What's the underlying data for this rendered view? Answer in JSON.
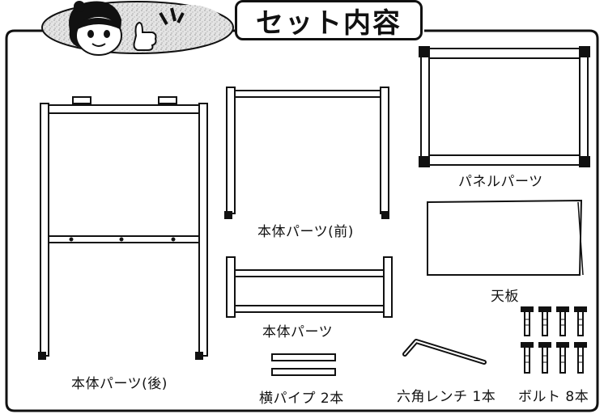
{
  "header": {
    "title": "セット内容"
  },
  "parts": {
    "body_rear": "本体パーツ(後)",
    "body_front": "本体パーツ(前)",
    "body_part": "本体パーツ",
    "panel_part": "パネルパーツ",
    "top_board": "天板",
    "horizontal_pipe": "横パイプ 2本",
    "hex_wrench": "六角レンチ 1本",
    "bolts": "ボルト 8本"
  },
  "icons": [
    "mascot-girl-icon",
    "hex-wrench-icon",
    "bolt-icon"
  ],
  "colors": {
    "line": "#111111",
    "background": "#ffffff",
    "speckle": "#cfcfcf"
  }
}
